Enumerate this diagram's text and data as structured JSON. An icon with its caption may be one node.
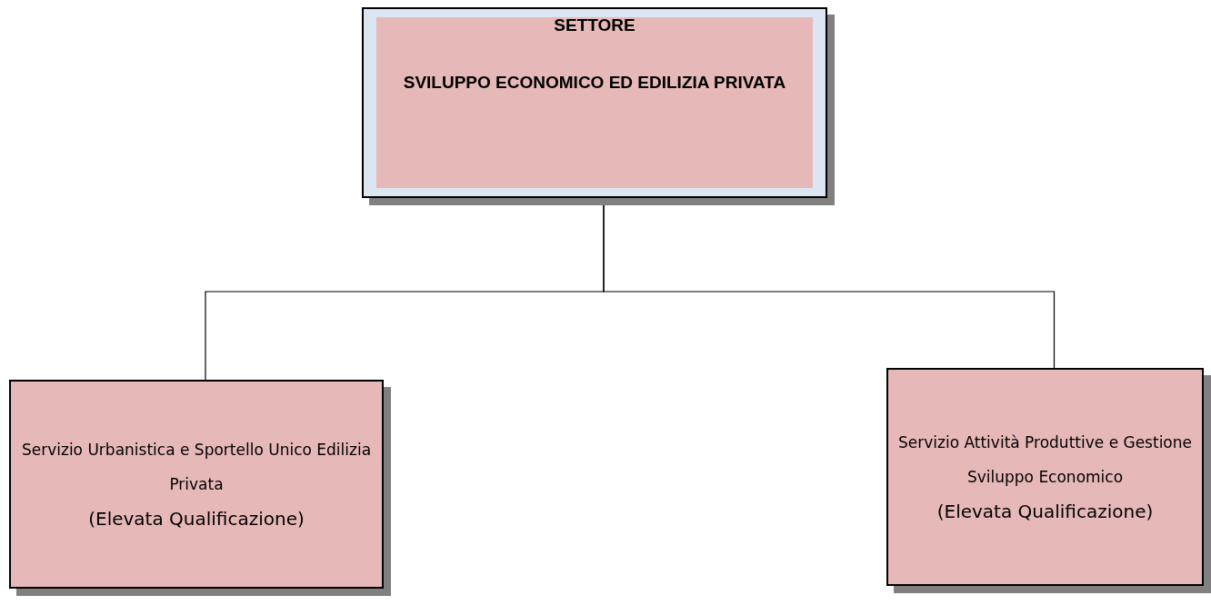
{
  "diagram": {
    "nodes": [
      {
        "text": [
          "SETTORE",
          "SVILUPPO ECONOMICO ED EDILIZIA PRIVATA"
        ]
      },
      {
        "text": [
          "Servizio Urbanistica e Sportello Unico Edilizia Privata",
          "(Elevata Qualificazione)"
        ]
      },
      {
        "text": [
          "Servizio Attività Produttive e Gestione Sviluppo Economico",
          "(Elevata Qualificazione)"
        ]
      }
    ],
    "edges": [
      {
        "from": 0,
        "to": 1,
        "arrow": "none"
      },
      {
        "from": 0,
        "to": 2,
        "arrow": "none"
      }
    ]
  }
}
